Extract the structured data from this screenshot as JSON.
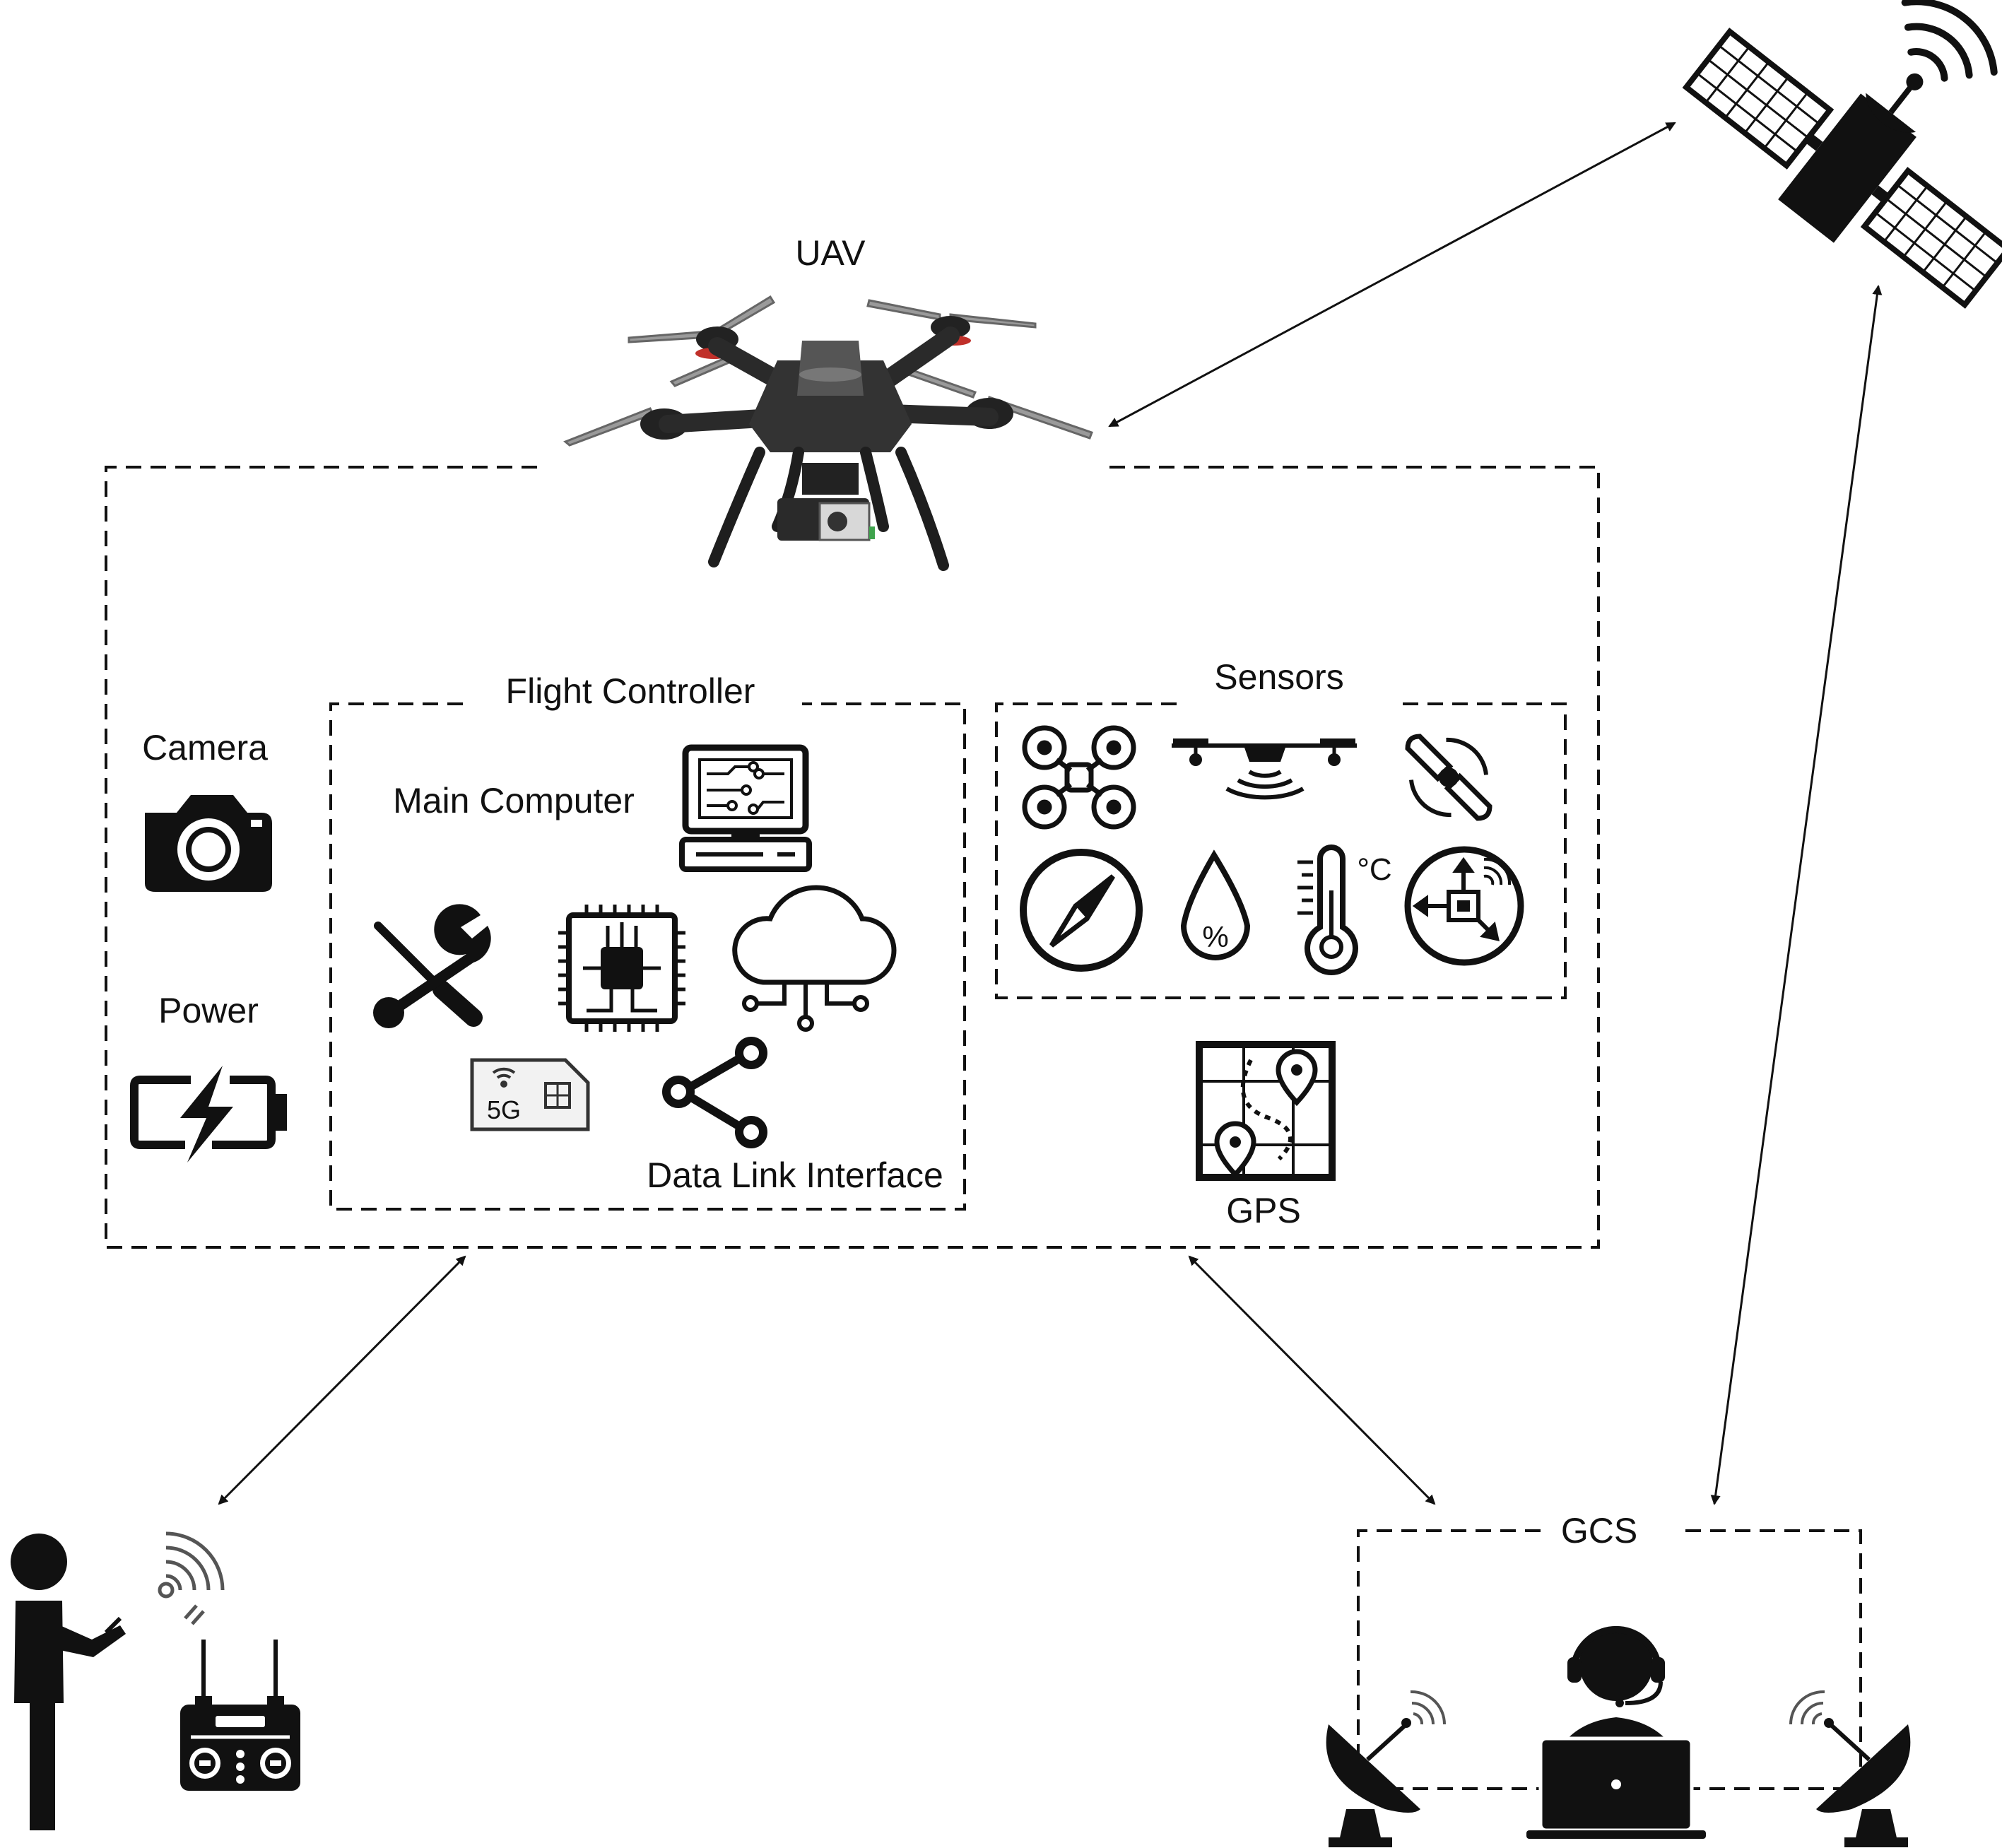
{
  "labels": {
    "uav": "UAV",
    "flight_controller": "Flight Controller",
    "main_computer": "Main Computer",
    "sensors": "Sensors",
    "camera": "Camera",
    "power": "Power",
    "data_link_interface": "Data Link Interface",
    "gps": "GPS",
    "gcs": "GCS",
    "sim_5g": "5G",
    "temp_unit": "°C",
    "humidity": "%"
  },
  "icons": {
    "satellite": "satellite-icon",
    "drone": "drone-photo",
    "camera": "camera-icon",
    "battery": "battery-charging-icon",
    "computer": "computer-monitor-icon",
    "tools": "screwdriver-wrench-icon",
    "chip": "cpu-chip-icon",
    "cloud": "cloud-network-icon",
    "sim": "sim-card-5g-icon",
    "share": "share-icon",
    "quadcopter": "quadcopter-icon",
    "drone_signal": "drone-signal-icon",
    "propeller": "propeller-icon",
    "compass": "compass-icon",
    "humidity": "humidity-drop-icon",
    "thermometer": "thermometer-icon",
    "gyro": "gyroscope-icon",
    "map": "gps-map-icon",
    "pilot": "pilot-person-icon",
    "wifi": "wireless-signal-icon",
    "remote": "remote-controller-icon",
    "dish": "satellite-dish-icon",
    "operator": "operator-headset-icon"
  }
}
